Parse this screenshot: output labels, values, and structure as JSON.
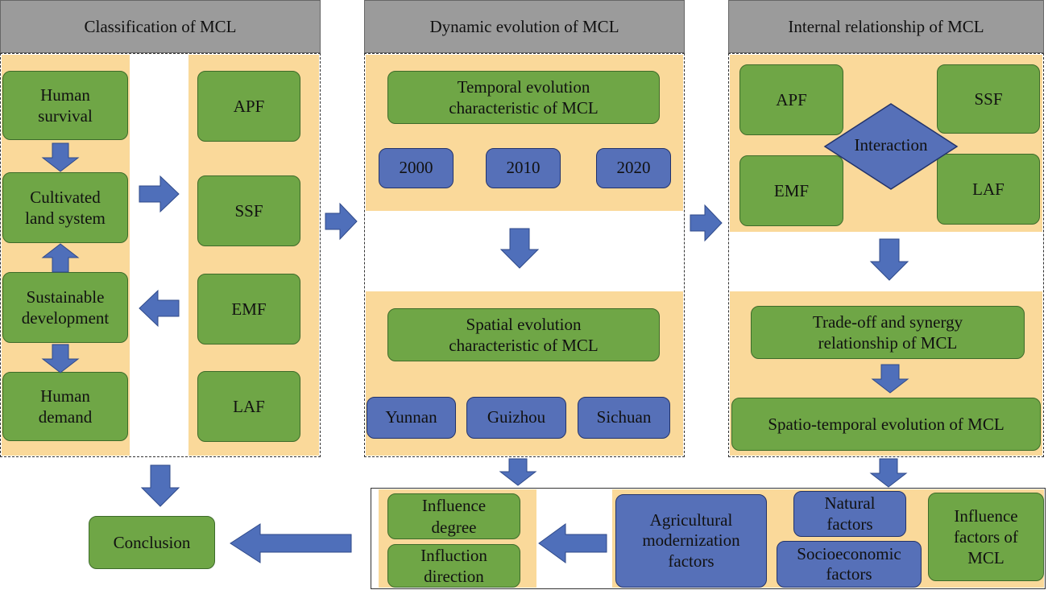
{
  "headers": {
    "classification": "Classification of MCL",
    "dynamic": "Dynamic evolution of MCL",
    "internal": "Internal relationship of MCL"
  },
  "classification": {
    "human_survival": "Human survival",
    "cultivated_land": "Cultivated land system",
    "sustainable": "Sustainable development",
    "human_demand": "Human demand",
    "functions": [
      "APF",
      "SSF",
      "EMF",
      "LAF"
    ]
  },
  "dynamic": {
    "temporal": "Temporal evolution characteristic of MCL",
    "years": [
      "2000",
      "2010",
      "2020"
    ],
    "spatial": "Spatial evolution characteristic of MCL",
    "provinces": [
      "Yunnan",
      "Guizhou",
      "Sichuan"
    ]
  },
  "internal": {
    "apf": "APF",
    "ssf": "SSF",
    "emf": "EMF",
    "laf": "LAF",
    "interaction": "Interaction",
    "tradeoff": "Trade-off and synergy relationship of MCL",
    "spatiotemporal": "Spatio-temporal evolution of MCL"
  },
  "influence": {
    "degree": "Influence degree",
    "direction": "Influction direction",
    "agricultural": "Agricultural modernization factors",
    "natural": "Natural factors",
    "socioeconomic": "Socioeconomic factors",
    "factors": "Influence factors of MCL"
  },
  "conclusion": "Conclusion",
  "colors": {
    "header": "#9b9b9b",
    "panel": "#fad99a",
    "green_box": "#6fa646",
    "blue_box": "#5670b8",
    "arrow": "#4f6fba"
  }
}
